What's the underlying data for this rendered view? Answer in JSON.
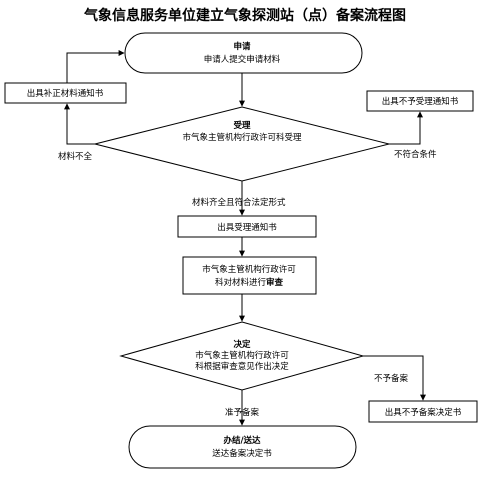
{
  "title": "气象信息服务单位建立气象探测站（点）备案流程图",
  "nodes": {
    "apply": {
      "heading": "申请",
      "text": "申请人提交申请材料"
    },
    "supplement_notice": {
      "text": "出具补正材料通知书"
    },
    "reject_notice": {
      "text": "出具不予受理通知书"
    },
    "accept": {
      "heading": "受理",
      "text": "市气象主管机构行政许可科受理"
    },
    "accept_notice": {
      "text": "出具受理通知书"
    },
    "review": {
      "line1": "市气象主管机构行政许可",
      "line2_pre": "科对材料进行",
      "line2_bold": "审查"
    },
    "decide": {
      "heading": "决定",
      "line1": "市气象主管机构行政许可",
      "line2": "科根据审查意见作出决定"
    },
    "deny_decision": {
      "text": "出具不予备案决定书"
    },
    "deliver": {
      "heading": "办结/送达",
      "text": "送达备案决定书"
    }
  },
  "edges": {
    "incomplete": "材料不全",
    "not_qualified": "不符合条件",
    "complete": "材料齐全且符合法定形式",
    "not_filed": "不予备案",
    "filed": "准予备案"
  }
}
